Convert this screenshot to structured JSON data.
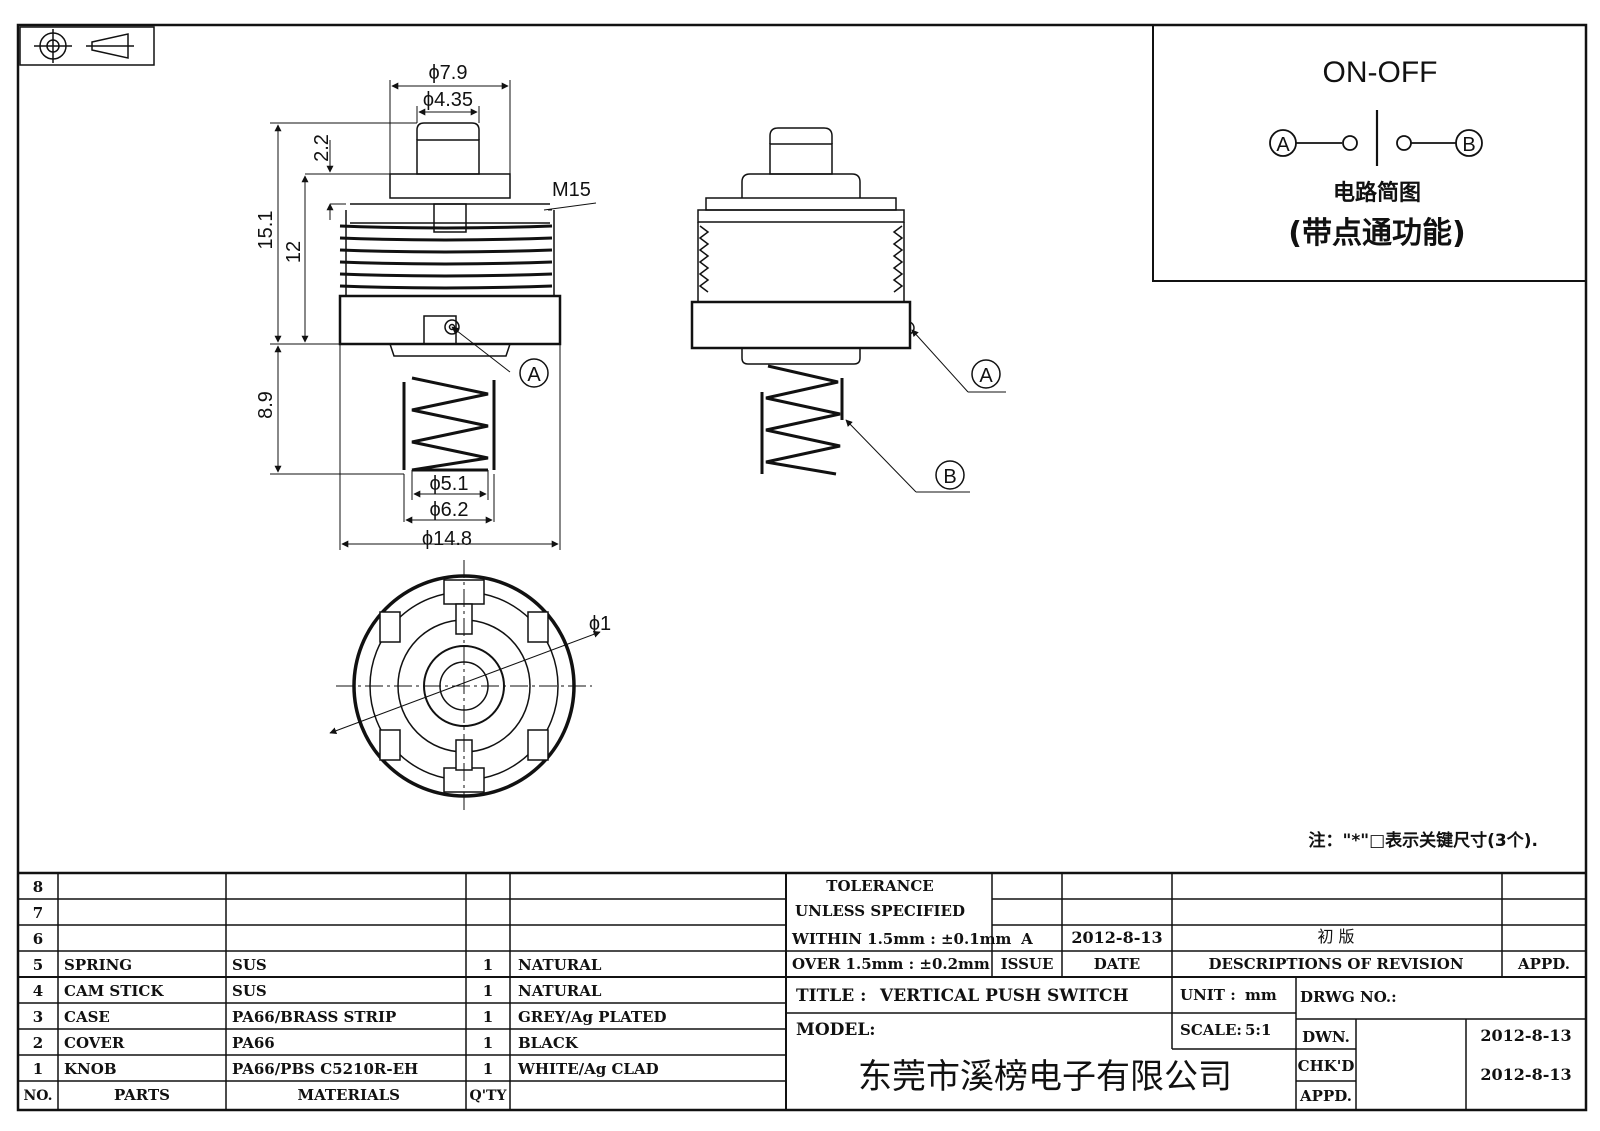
{
  "schematic": {
    "title": "ON-OFF",
    "terminal_a": "A",
    "terminal_b": "B",
    "caption": "电路简图",
    "subcaption": "(带点通功能)"
  },
  "dimensions": {
    "d_top_outer": "ϕ7.9",
    "d_top_inner": "ϕ4.35",
    "h_2_2": "2.2",
    "thread": "M15",
    "h_15_1": "15.1",
    "h_12": "12",
    "h_8_9": "8.9",
    "d_spring_inner": "ϕ5.1",
    "d_spring_outer": "ϕ6.2",
    "d_body": "ϕ14.8",
    "d_hole": "ϕ1"
  },
  "callouts": {
    "front_a": "A",
    "side_a": "A",
    "side_b": "B"
  },
  "note": "注：\"*\"□表示关键尺寸(3个).",
  "bom": {
    "header": {
      "no": "NO.",
      "parts": "PARTS",
      "materials": "MATERIALS",
      "qty": "Q'TY"
    },
    "rows": [
      {
        "no": "8",
        "part": "",
        "material": "",
        "qty": "",
        "finish": ""
      },
      {
        "no": "7",
        "part": "",
        "material": "",
        "qty": "",
        "finish": ""
      },
      {
        "no": "6",
        "part": "",
        "material": "",
        "qty": "",
        "finish": ""
      },
      {
        "no": "5",
        "part": "SPRING",
        "material": "SUS",
        "qty": "1",
        "finish": "NATURAL"
      },
      {
        "no": "4",
        "part": "CAM STICK",
        "material": "SUS",
        "qty": "1",
        "finish": "NATURAL"
      },
      {
        "no": "3",
        "part": "CASE",
        "material": "PA66/BRASS STRIP",
        "qty": "1",
        "finish": "GREY/Ag PLATED"
      },
      {
        "no": "2",
        "part": "COVER",
        "material": "PA66",
        "qty": "1",
        "finish": "BLACK"
      },
      {
        "no": "1",
        "part": "KNOB",
        "material": "PA66/PBS C5210R-EH",
        "qty": "1",
        "finish": "WHITE/Ag CLAD"
      }
    ]
  },
  "tolerance": {
    "line1": "TOLERANCE",
    "line2": "UNLESS  SPECIFIED",
    "line3": "WITHIN 1.5mm : ±0.1mm",
    "line4": "OVER 1.5mm : ±0.2mm"
  },
  "revision": {
    "issue": "A",
    "date": "2012-8-13",
    "description": "初 版",
    "issue_label": "ISSUE",
    "date_label": "DATE",
    "desc_label": "DESCRIPTIONS OF REVISION",
    "appd_label": "APPD."
  },
  "title_block": {
    "title_label": "TITLE :",
    "title": "VERTICAL PUSH SWITCH",
    "unit_label": "UNIT :",
    "unit": "mm",
    "drwg_label": "DRWG NO.:",
    "model_label": "MODEL:",
    "scale_label": "SCALE:",
    "scale": "5:1",
    "dwn_label": "DWN.",
    "dwn_date": "2012-8-13",
    "chkd_label": "CHK'D",
    "chkd_date": "2012-8-13",
    "appd_label": "APPD.",
    "company": "东莞市溪榜电子有限公司"
  }
}
